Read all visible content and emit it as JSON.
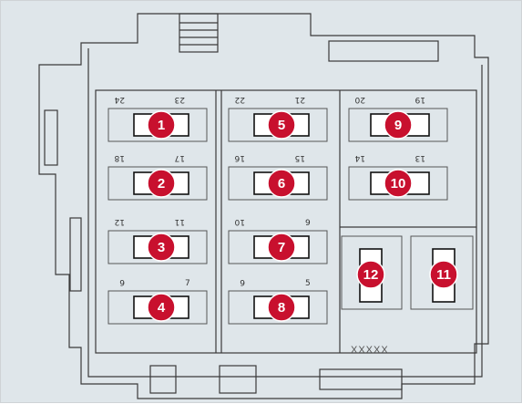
{
  "diagram": {
    "part_marking": "XXXXX",
    "fuses": [
      {
        "number": "1"
      },
      {
        "number": "2"
      },
      {
        "number": "3"
      },
      {
        "number": "4"
      },
      {
        "number": "5"
      },
      {
        "number": "6"
      },
      {
        "number": "7"
      },
      {
        "number": "8"
      },
      {
        "number": "9"
      },
      {
        "number": "10"
      },
      {
        "number": "11"
      },
      {
        "number": "12"
      }
    ],
    "terminal_labels": [
      "24",
      "23",
      "18",
      "17",
      "12",
      "11",
      "6",
      "7",
      "22",
      "21",
      "16",
      "15",
      "10",
      "9",
      "6",
      "5",
      "20",
      "19",
      "14",
      "13"
    ],
    "colors": {
      "background": "#dfe6ea",
      "line": "#3a3a3a",
      "fuse_body": "#ffffff",
      "badge": "#c8102e",
      "badge_text": "#ffffff"
    }
  }
}
